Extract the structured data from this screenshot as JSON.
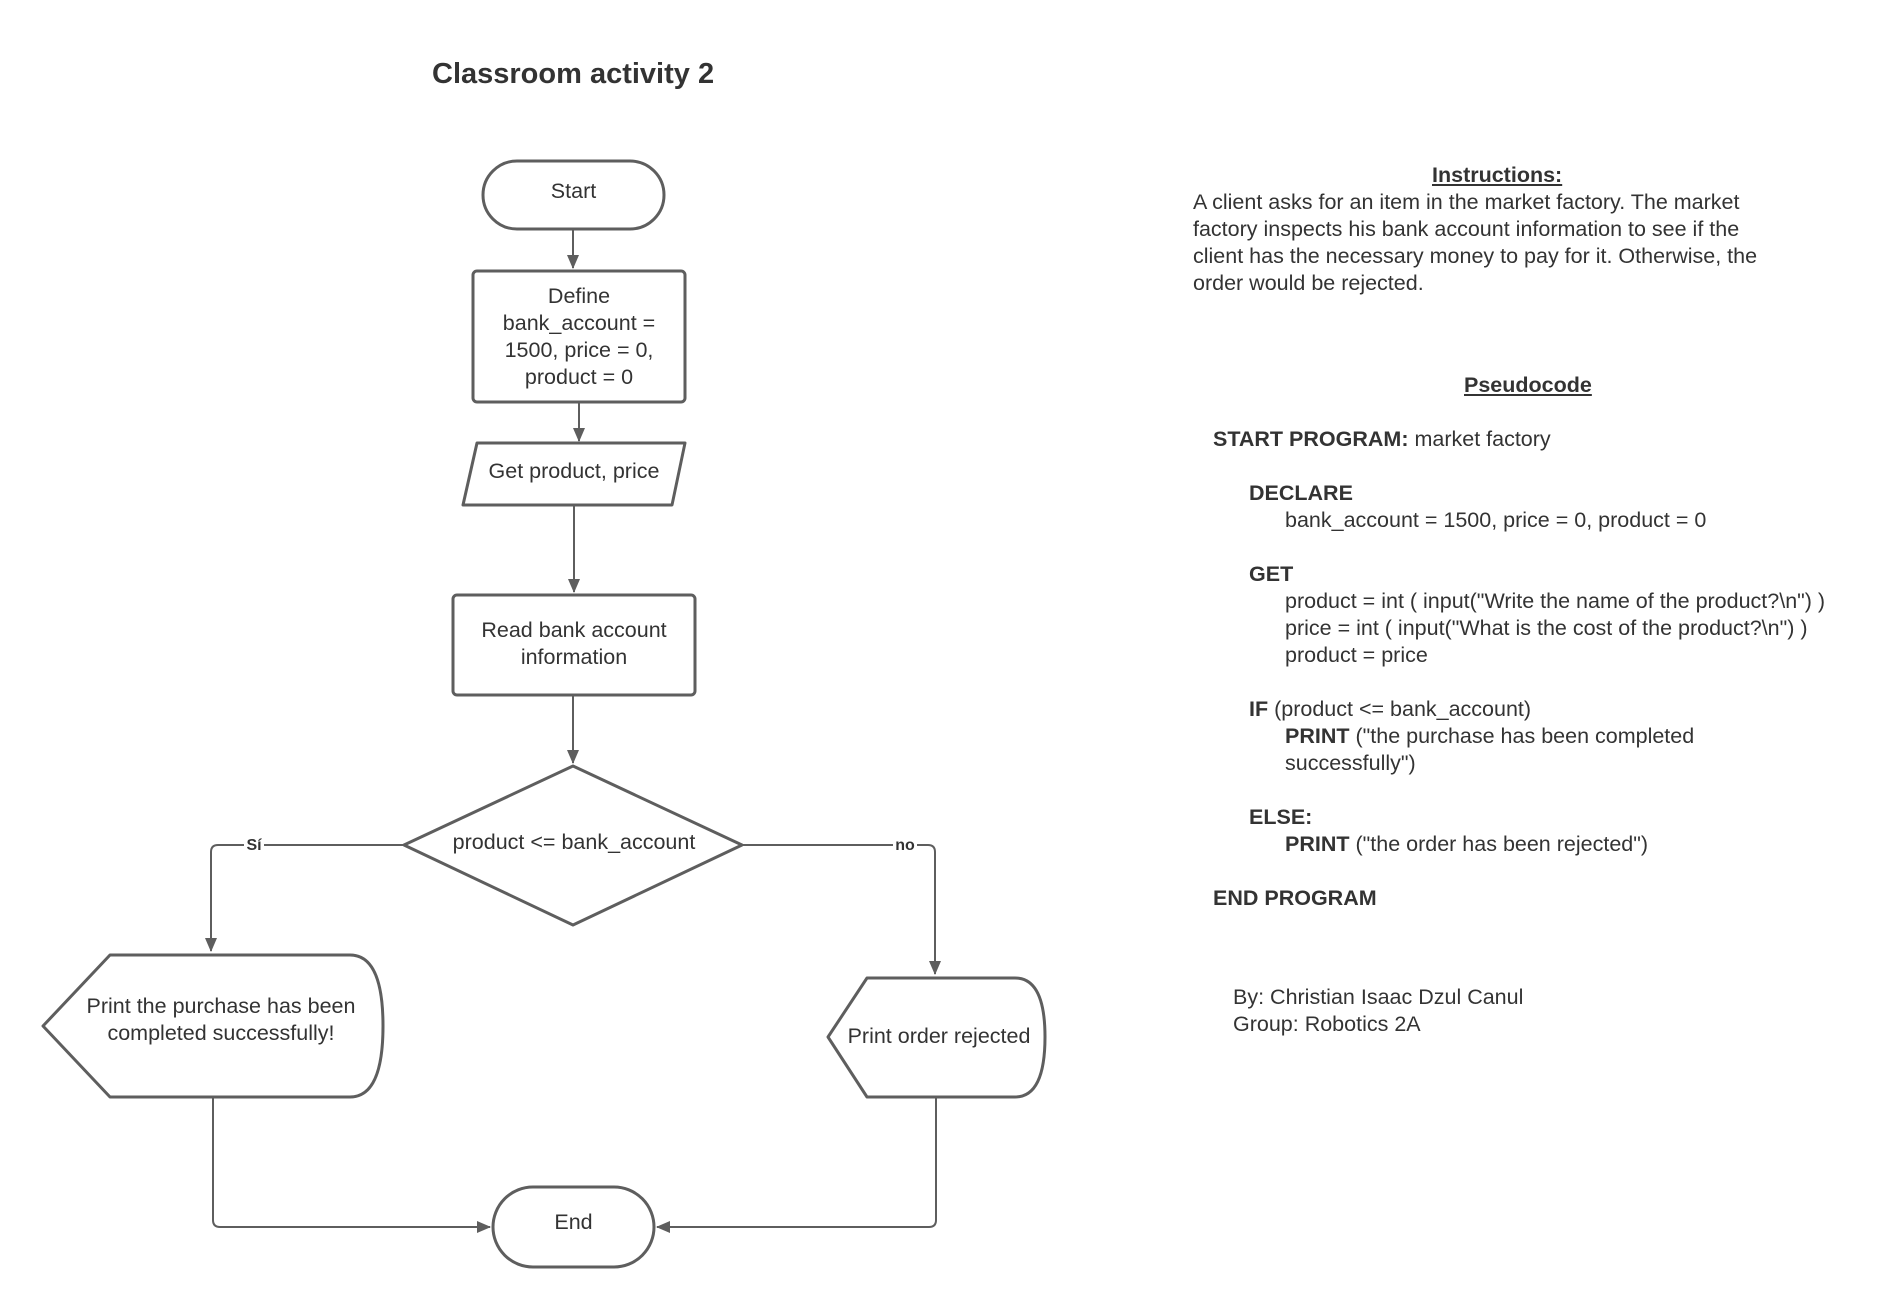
{
  "title": "Classroom activity 2",
  "flowchart": {
    "start": "Start",
    "define": "Define bank_account = 1500, price = 0, product = 0",
    "get": "Get product, price",
    "read": "Read bank account information",
    "decision": "product <= bank_account",
    "yes_label": "Sí",
    "no_label": "no",
    "print_success": "Print  the purchase has been completed successfully!",
    "print_rejected": "Print  order rejected",
    "end": "End"
  },
  "instructions": {
    "heading": "Instructions:",
    "text": "A client asks for an item in the market factory. The market factory inspects his bank account information to see if the client has the necessary money to pay for it. Otherwise, the order would be rejected."
  },
  "pseudocode": {
    "heading": "Pseudocode",
    "start_kw": "START PROGRAM:",
    "start_name": "market factory",
    "declare_kw": "DECLARE",
    "declare_line": "bank_account = 1500, price = 0, product = 0",
    "get_kw": "GET",
    "get_lines": [
      "product = int ( input(\"Write the name of the product?\\n\") )",
      "price = int ( input(\"What is the cost of the product?\\n\") )",
      "product = price"
    ],
    "if_kw": "IF",
    "if_cond": "(product <= bank_account)",
    "print_kw": "PRINT",
    "if_print_1": "(\"the purchase has been completed",
    "if_print_2": "successfully\")",
    "else_kw": "ELSE:",
    "else_print": "(\"the order has been rejected\")",
    "end_kw": "END PROGRAM"
  },
  "author": {
    "by": "By: Christian Isaac Dzul Canul",
    "group": "Group: Robotics 2A"
  },
  "colors": {
    "stroke": "#5e5e5e",
    "text": "#333333",
    "background": "#ffffff"
  }
}
